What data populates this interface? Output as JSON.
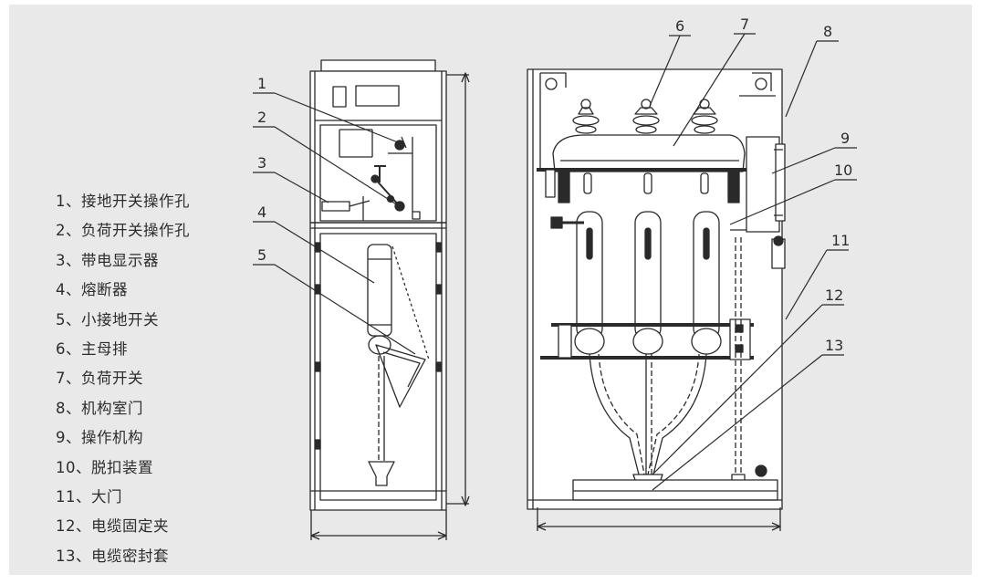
{
  "legend": [
    "1、接地开关操作孔",
    "2、负荷开关操作孔",
    "3、带电显示器",
    "4、熔断器",
    "5、小接地开关",
    "6、主母排",
    "7、负荷开关",
    "8、机构室门",
    "9、操作机构",
    "10、脱扣装置",
    "11、大门",
    "12、电缆固定夹",
    "13、电缆密封套"
  ],
  "callouts": [
    "1",
    "2",
    "3",
    "4",
    "5",
    "6",
    "7",
    "8",
    "9",
    "10",
    "11",
    "12",
    "13"
  ],
  "colors": {
    "panel": "#e9e9e9",
    "line": "#2a2a2a",
    "text": "#2d2d2d",
    "fill": "#ffffff"
  }
}
